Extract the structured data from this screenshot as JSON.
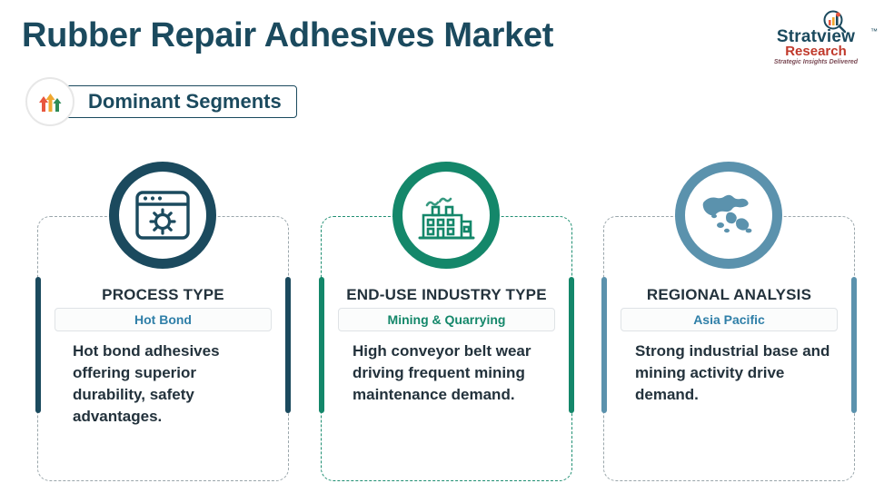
{
  "header": {
    "title": "Rubber Repair Adhesives Market",
    "brand": {
      "name": "Stratview",
      "trademark": "™",
      "research": "Research",
      "tagline": "Strategic Insights Delivered",
      "logo_icon": "bar-chart-magnifier-icon"
    }
  },
  "subtitle": {
    "badge_icon": "growth-arrows-icon",
    "label": "Dominant Segments"
  },
  "cards": [
    {
      "icon": "gear-window-icon",
      "title": "PROCESS TYPE",
      "tag": "Hot Bond",
      "description": "Hot bond adhesives offering superior durability, safety advantages.",
      "accent_color": "#1b4a5e",
      "border_color": "#9aa6ab",
      "tag_color": "#2f7fa8"
    },
    {
      "icon": "factory-icon",
      "title": "END-USE INDUSTRY TYPE",
      "tag": "Mining & Quarrying",
      "description": "High conveyor belt wear driving frequent mining maintenance demand.",
      "accent_color": "#14876a",
      "border_color": "#1f8f72",
      "tag_color": "#14876a"
    },
    {
      "icon": "world-map-globe-icon",
      "title": "REGIONAL ANALYSIS",
      "tag": "Asia Pacific",
      "description": "Strong industrial base and mining activity drive demand.",
      "accent_color": "#5b92ad",
      "border_color": "#9aa6ab",
      "tag_color": "#2f7fa8"
    }
  ]
}
